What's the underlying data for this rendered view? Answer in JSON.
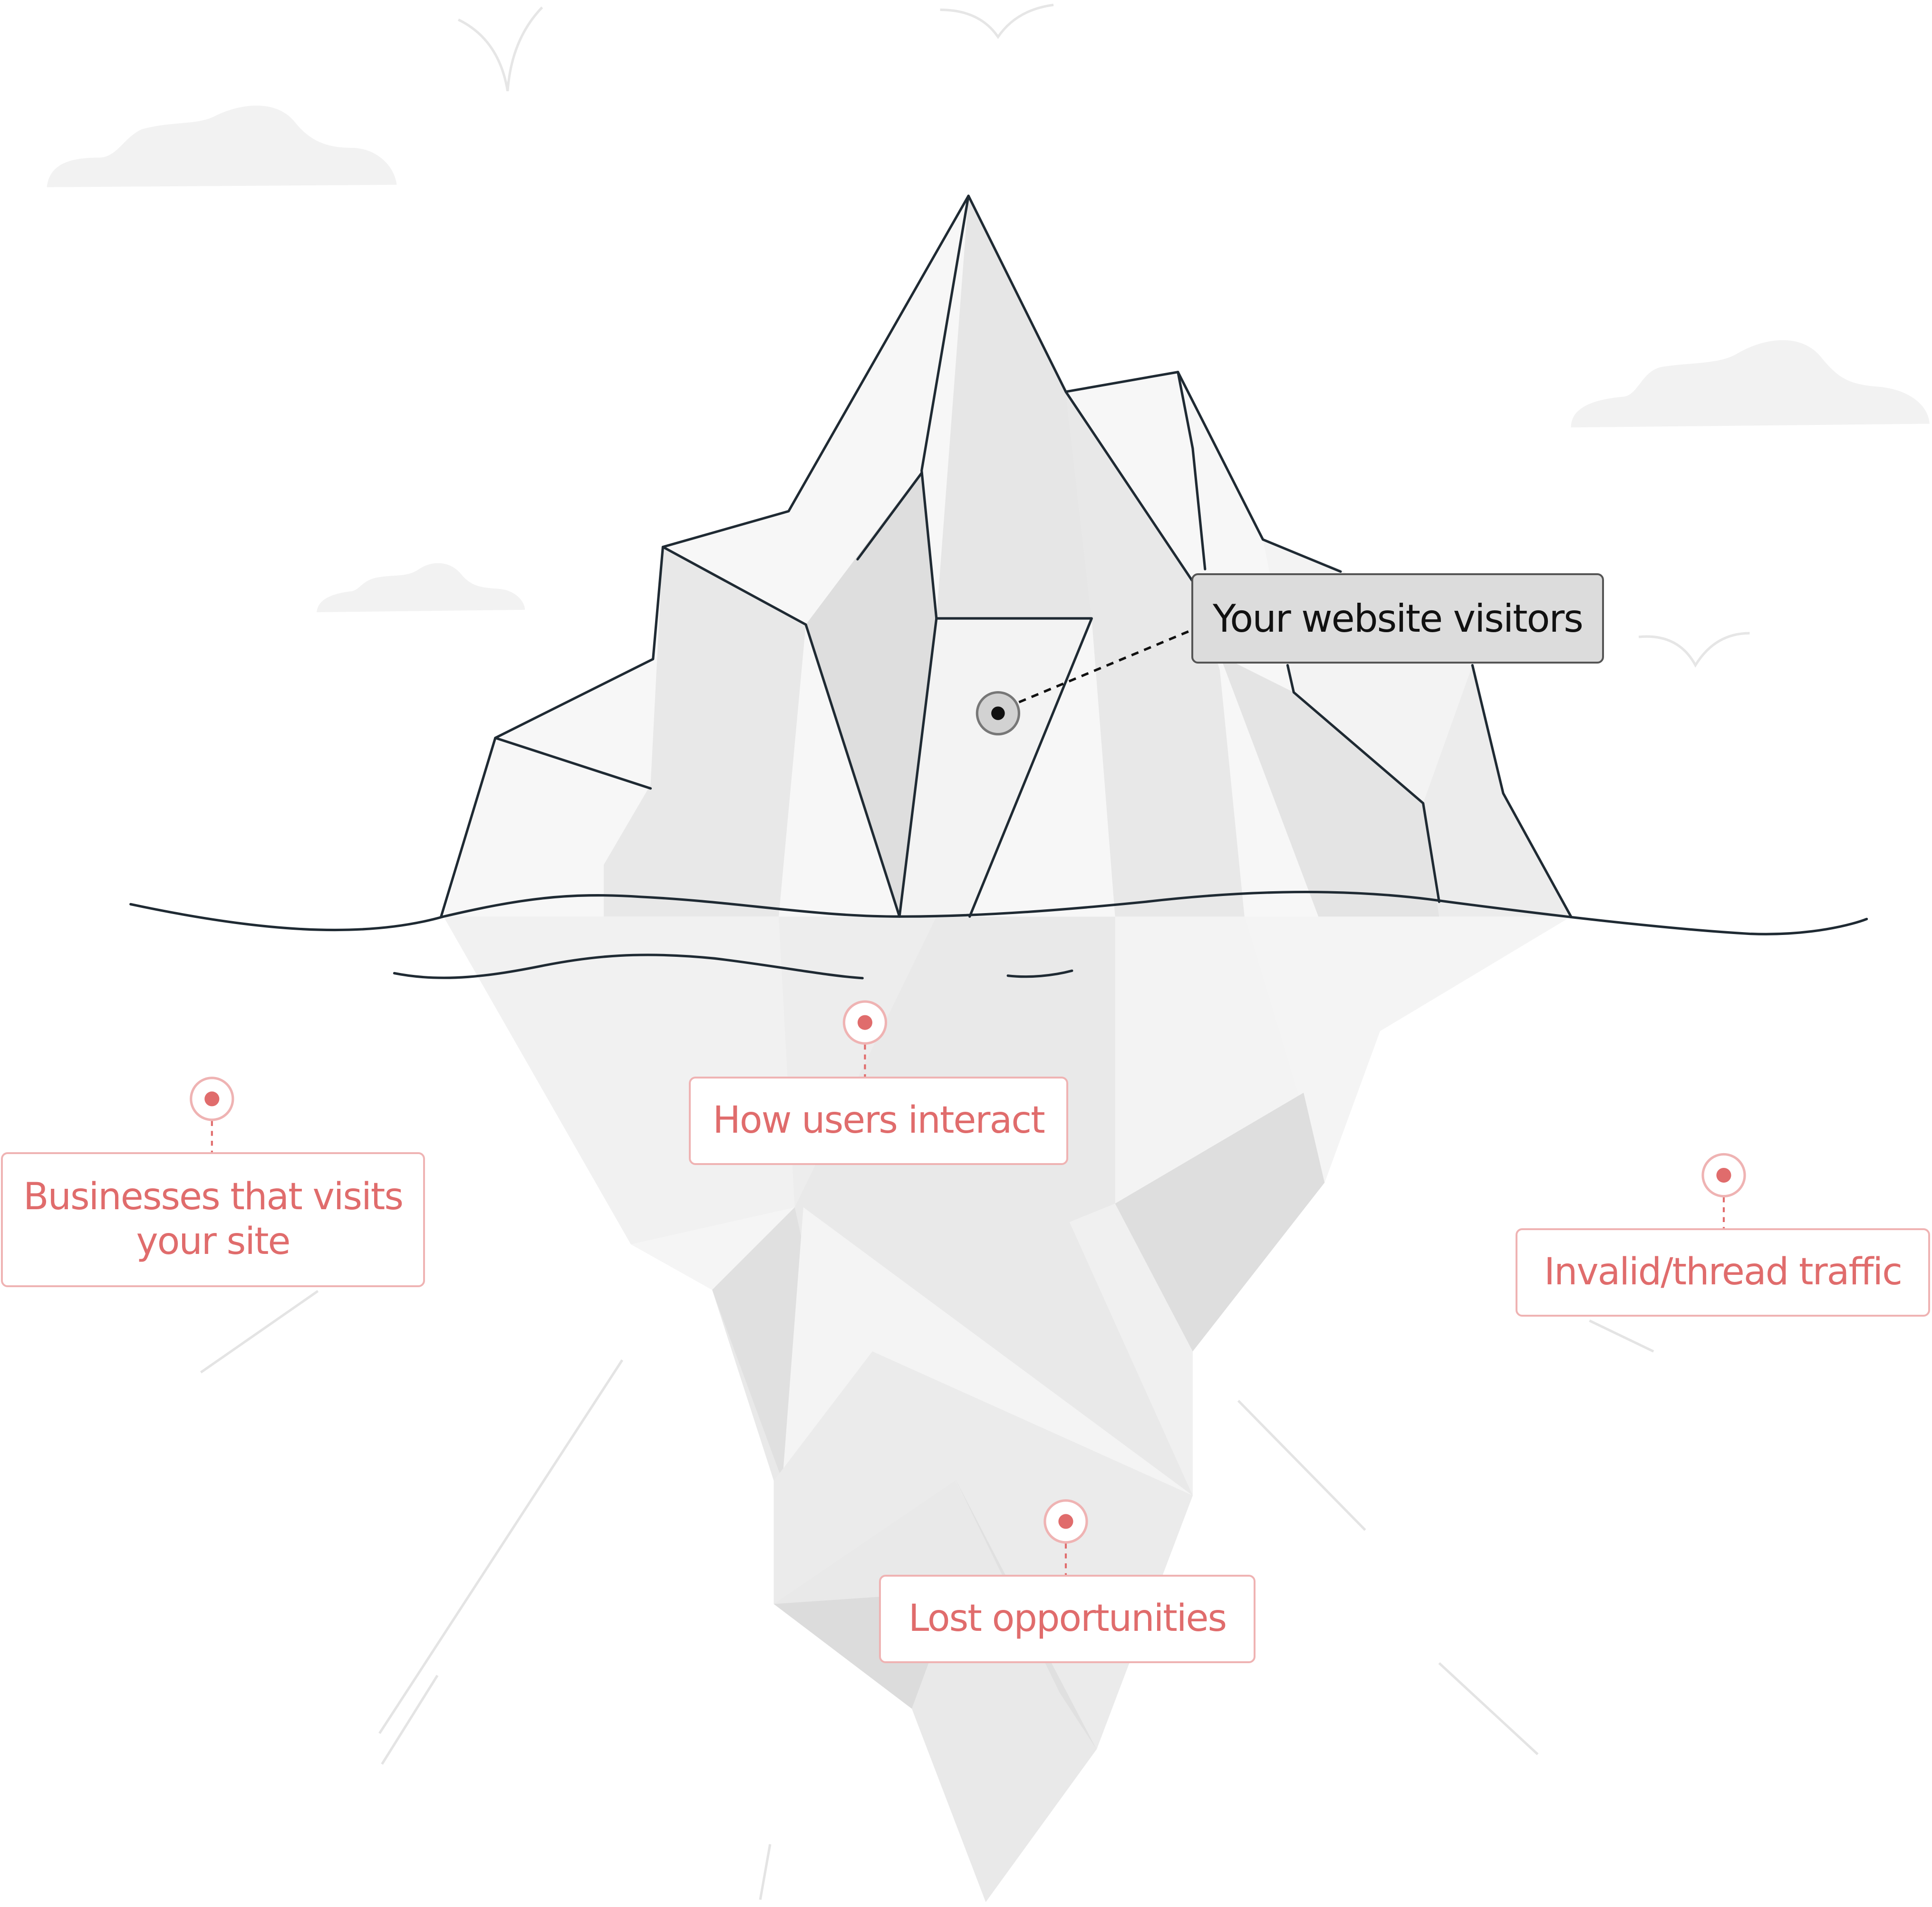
{
  "callouts": {
    "surface": {
      "label": "Your website visitors"
    },
    "hidden": [
      {
        "id": "how-users-interact",
        "label": "How users interact"
      },
      {
        "id": "businesses",
        "label": "Businesses that visits your site"
      },
      {
        "id": "invalid-traffic",
        "label": "Invalid/thread traffic"
      },
      {
        "id": "lost-opportunities",
        "label": "Lost opportunities"
      }
    ]
  },
  "colors": {
    "accent": "#e06c6c",
    "accent_border": "#efb3b3",
    "outline": "#1f2a33",
    "ice_light": "#f5f5f5",
    "ice_mid": "#e9e9e9",
    "ice_dark": "#dedede",
    "cloud": "#f2f2f2"
  },
  "icons": [
    "cloud-icon",
    "bird-icon",
    "marker-pin-icon",
    "iceberg-illustration"
  ]
}
